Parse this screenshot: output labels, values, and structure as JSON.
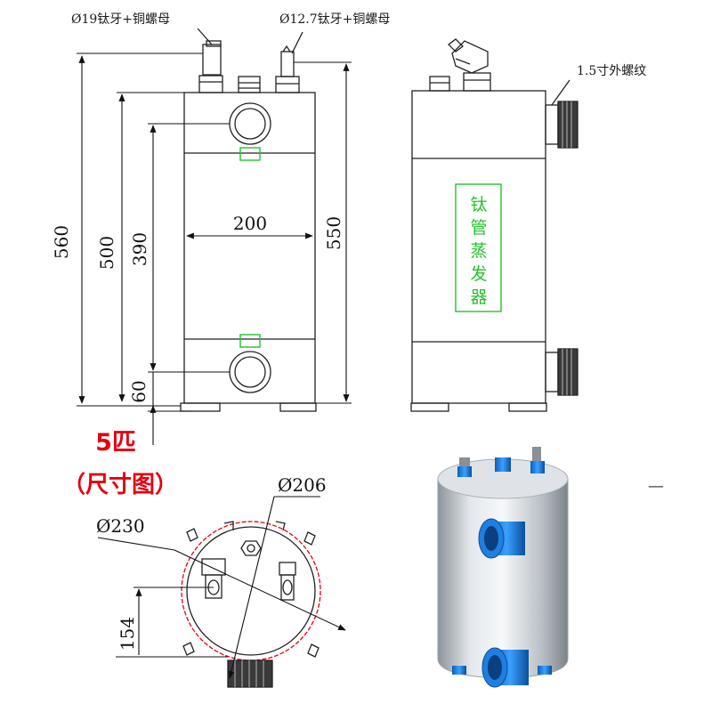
{
  "front_view": {
    "label_left_fitting": "Ø19钛牙+铜螺母",
    "label_right_fitting": "Ø12.7钛牙+铜螺母",
    "dim_total_height": "560",
    "dim_body_height": "500",
    "dim_port_spacing": "390",
    "dim_port_bottom": "60",
    "dim_width": "200",
    "dim_right_height": "550"
  },
  "side_view": {
    "label_thread": "1.5寸外螺纹",
    "vertical_text_chars": [
      "钛",
      "管",
      "蒸",
      "发",
      "器"
    ]
  },
  "model": {
    "title": "5匹",
    "subtitle": "（尺寸图）"
  },
  "top_view": {
    "dim_inner_diameter": "Ø206",
    "dim_outer_diameter": "Ø230",
    "dim_offset": "154"
  },
  "photo": {
    "dash": "—"
  },
  "colors": {
    "line": "#222222",
    "accent_red": "#e60012",
    "label_green": "#22c42a",
    "port_blue": "#1e7fe0"
  }
}
